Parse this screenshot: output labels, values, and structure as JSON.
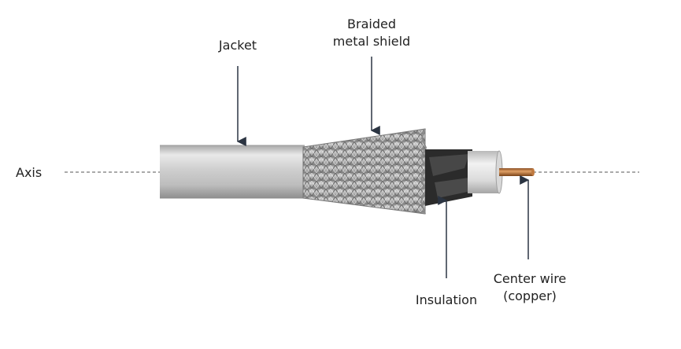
{
  "labels": {
    "axis": "Axis",
    "jacket": "Jacket",
    "shield_line1": "Braided",
    "shield_line2": "metal shield",
    "insulation": "Insulation",
    "center_line1": "Center wire",
    "center_line2": "(copper)"
  },
  "icons": {
    "arrow": "arrow-down-icon"
  },
  "colors": {
    "jacket": "#cfcfcf",
    "braid": "#a9a9a9",
    "insulation": "#e6e6e6",
    "foil": "#2b2b2b",
    "copper": "#b8733a",
    "arrow": "#2b3442",
    "axis_line": "#555555"
  }
}
